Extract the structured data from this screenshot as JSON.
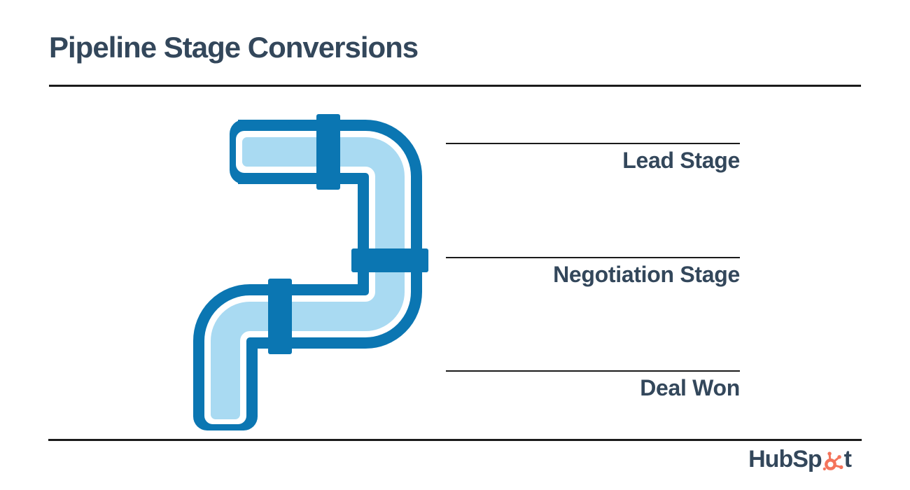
{
  "title": "Pipeline Stage Conversions",
  "stages": [
    {
      "label": "Lead Stage"
    },
    {
      "label": "Negotiation Stage"
    },
    {
      "label": "Deal Won"
    }
  ],
  "illustration": {
    "icon": "pipe-illustration"
  },
  "brand": {
    "name": "HubSpot",
    "text_before_sprocket": "HubSp",
    "text_after_sprocket": "t"
  },
  "colors": {
    "navy": "#33475b",
    "rule": "#1b1b1b",
    "pipe_dark": "#0b76b2",
    "pipe_light": "#a9daf2",
    "white": "#ffffff",
    "orange": "#f4745b",
    "background": "#ffffff"
  }
}
